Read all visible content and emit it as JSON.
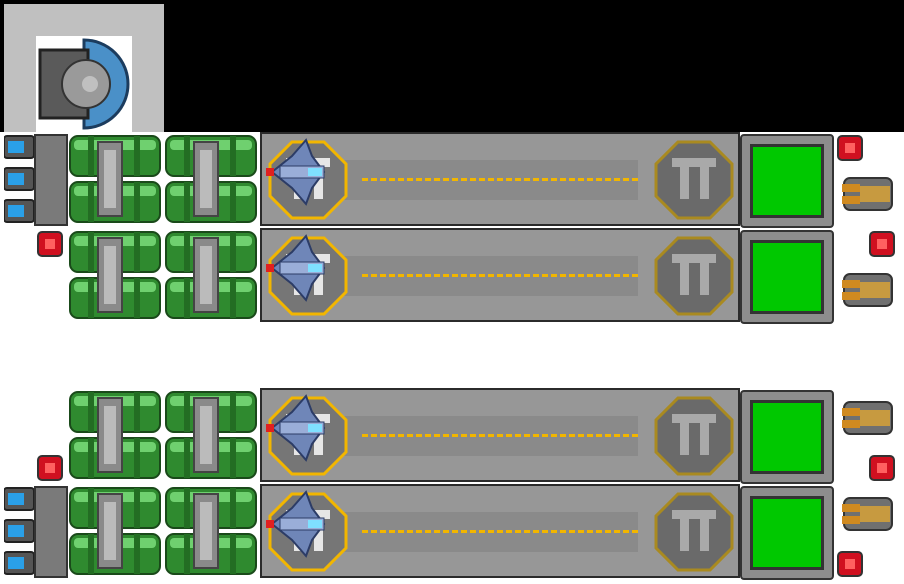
{
  "scene": {
    "bays": [
      {
        "id": "bay-1",
        "pad_glyph": "Π"
      },
      {
        "id": "bay-2",
        "pad_glyph": "Π"
      },
      {
        "id": "bay-3",
        "pad_glyph": "Π"
      },
      {
        "id": "bay-4",
        "pad_glyph": "Π"
      }
    ],
    "icons": {
      "cockpit": "cockpit-icon",
      "tank": "fuel-tank-icon",
      "thruster": "thruster-icon",
      "red_module": "red-module-icon",
      "turret": "turret-icon",
      "fighter": "fighter-ship-icon",
      "storage": "storage-container-icon",
      "landing_pad": "landing-pad-icon"
    },
    "colors": {
      "hull": "#979797",
      "tank_green": "#3ea33e",
      "storage_green": "#00c800",
      "lane_yellow": "#f2b600",
      "pad_white": "#e6e6e6",
      "red_module": "#d01020"
    }
  }
}
